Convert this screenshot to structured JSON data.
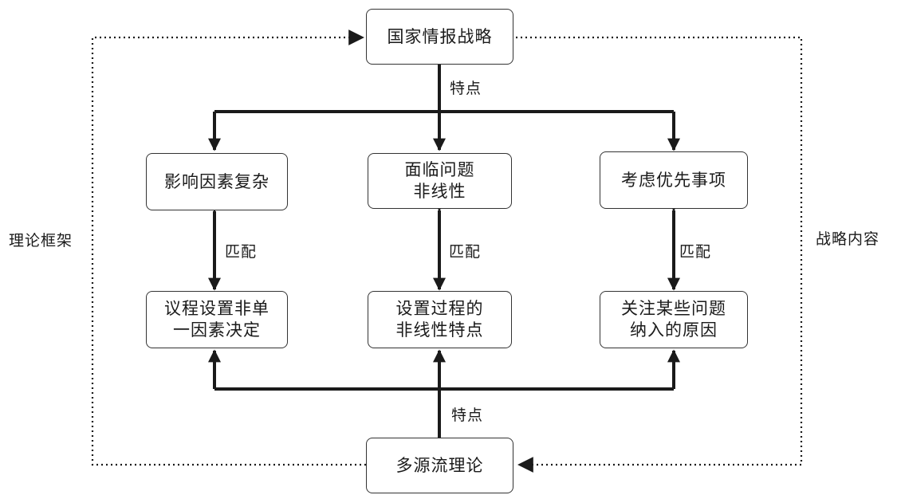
{
  "nodes": {
    "top": {
      "lines": [
        "国家情报战略"
      ]
    },
    "l1": {
      "lines": [
        "影响因素复杂"
      ]
    },
    "m1": {
      "lines": [
        "面临问题",
        "非线性"
      ]
    },
    "r1": {
      "lines": [
        "考虑优先事项"
      ]
    },
    "l2": {
      "lines": [
        "议程设置非单",
        "一因素决定"
      ]
    },
    "m2": {
      "lines": [
        "设置过程的",
        "非线性特点"
      ]
    },
    "r2": {
      "lines": [
        "关注某些问题",
        "纳入的原因"
      ]
    },
    "bottom": {
      "lines": [
        "多源流理论"
      ]
    }
  },
  "labels": {
    "feature_top": "特点",
    "feature_bottom": "特点",
    "match_left": "匹配",
    "match_mid": "匹配",
    "match_right": "匹配",
    "left_side": "理论框架",
    "right_side": "战略内容"
  }
}
